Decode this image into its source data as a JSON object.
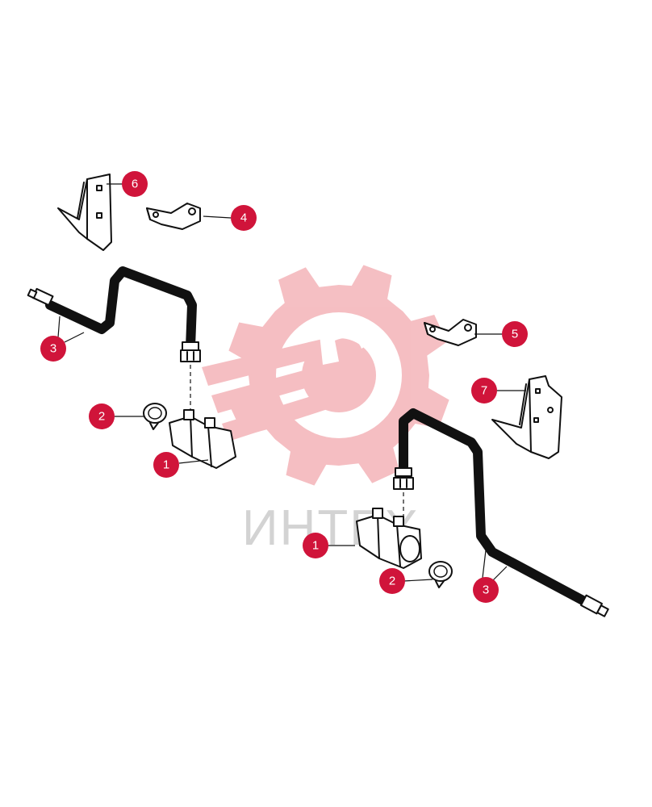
{
  "watermark": {
    "text": "ИНТЕХ",
    "gear_color": "#f4b8bc",
    "text_color": "#cfcfcf",
    "icon": "gear-wrench-logo"
  },
  "callout_color": "#d0143a",
  "callouts": [
    {
      "id": "c6",
      "label": "6"
    },
    {
      "id": "c4",
      "label": "4"
    },
    {
      "id": "c3a",
      "label": "3"
    },
    {
      "id": "c2a",
      "label": "2"
    },
    {
      "id": "c1a",
      "label": "1"
    },
    {
      "id": "c5",
      "label": "5"
    },
    {
      "id": "c7",
      "label": "7"
    },
    {
      "id": "c1b",
      "label": "1"
    },
    {
      "id": "c2b",
      "label": "2"
    },
    {
      "id": "c3b",
      "label": "3"
    }
  ]
}
